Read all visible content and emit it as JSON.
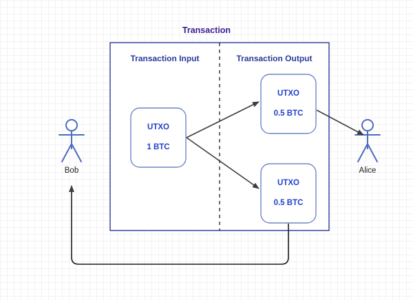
{
  "diagram": {
    "title": "Transaction",
    "sections": {
      "input_heading": "Transaction Input",
      "output_heading": "Transaction Output"
    },
    "utxos": {
      "input": {
        "label": "UTXO",
        "amount": "1 BTC"
      },
      "output_first": {
        "label": "UTXO",
        "amount": "0.5 BTC"
      },
      "output_second": {
        "label": "UTXO",
        "amount": "0.5 BTC"
      }
    },
    "actors": {
      "sender": "Bob",
      "recipient": "Alice"
    },
    "colors": {
      "title": "#3b1e8f",
      "section_heading": "#2a3a99",
      "utxo_text": "#2040c8",
      "box_border": "#2a3a99",
      "utxo_border": "#6e85c9",
      "figure_stroke": "#4a6bbd",
      "arrow": "#3d3d3d",
      "actor_label": "#1a1a1a",
      "background": "#ffffff",
      "grid_minor": "#f2f2f4",
      "grid_major": "#e6e6ea"
    }
  }
}
